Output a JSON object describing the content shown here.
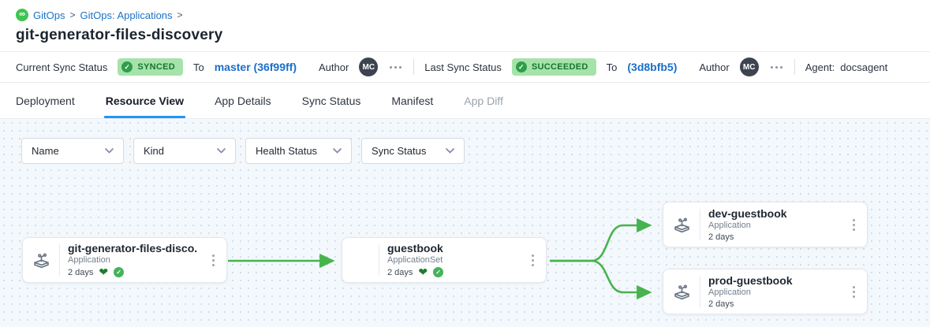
{
  "icons": {
    "infinity": "∞",
    "check": "✓",
    "heart": "❤"
  },
  "breadcrumb": {
    "item1": "GitOps",
    "item2": "GitOps: Applications",
    "separator": ">"
  },
  "page_title": "git-generator-files-discovery",
  "status_bar": {
    "current": {
      "label": "Current Sync Status",
      "badge": "SYNCED",
      "to_label": "To",
      "revision": "master (36f99ff)",
      "author_label": "Author",
      "author_initials": "MC"
    },
    "last": {
      "label": "Last Sync Status",
      "badge": "SUCCEEDED",
      "to_label": "To",
      "revision": "(3d8bfb5)",
      "author_label": "Author",
      "author_initials": "MC"
    },
    "agent_label": "Agent:",
    "agent_value": "docsagent"
  },
  "tabs": [
    {
      "label": "Deployment",
      "state": "default"
    },
    {
      "label": "Resource View",
      "state": "active"
    },
    {
      "label": "App Details",
      "state": "default"
    },
    {
      "label": "Sync Status",
      "state": "default"
    },
    {
      "label": "Manifest",
      "state": "default"
    },
    {
      "label": "App Diff",
      "state": "disabled"
    }
  ],
  "filters": [
    "Name",
    "Kind",
    "Health Status",
    "Sync Status"
  ],
  "graph": {
    "edge_color": "#47b34e",
    "nodes": [
      {
        "title": "git-generator-files-disco...",
        "kind": "Application",
        "age": "2 days",
        "healthy": true,
        "synced": true
      },
      {
        "title": "guestbook",
        "kind": "ApplicationSet",
        "age": "2 days",
        "healthy": true,
        "synced": true
      },
      {
        "title": "dev-guestbook",
        "kind": "Application",
        "age": "2 days",
        "healthy": false,
        "synced": false
      },
      {
        "title": "prod-guestbook",
        "kind": "Application",
        "age": "2 days",
        "healthy": false,
        "synced": false
      }
    ]
  },
  "colors": {
    "badge_bg": "#a5e3ab",
    "badge_text": "#17742c",
    "link_blue": "#1a6fc9",
    "tab_underline": "#2196f3",
    "edge_green": "#47b34e"
  }
}
